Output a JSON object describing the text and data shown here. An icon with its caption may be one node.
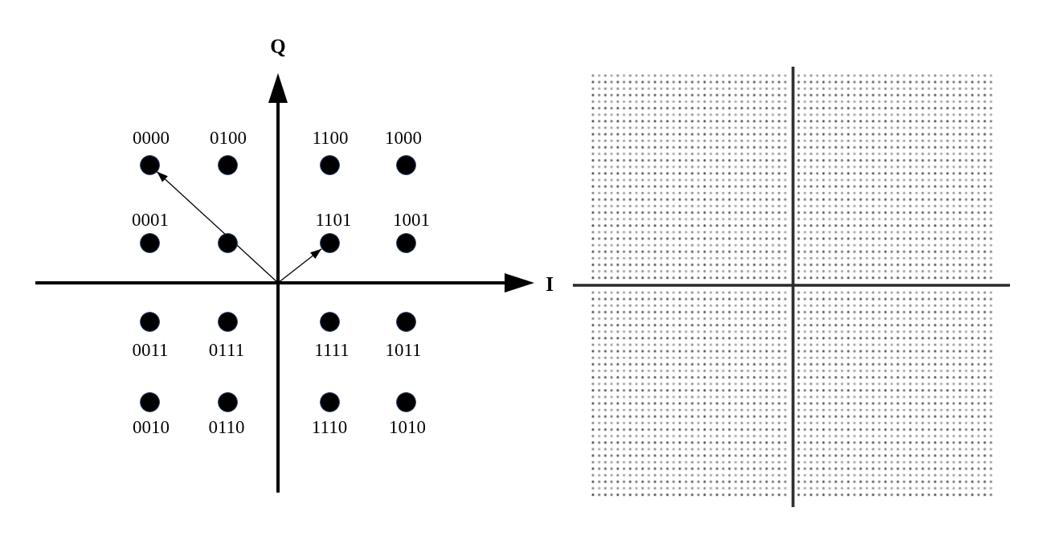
{
  "diagram": {
    "nodes": [
      {
        "text": [],
        "shape": "circle",
        "beside": [
          "0000"
        ]
      },
      {
        "text": [],
        "shape": "circle",
        "beside": [
          "0100"
        ]
      },
      {
        "text": [],
        "shape": "circle",
        "beside": [
          "1100"
        ]
      },
      {
        "text": [],
        "shape": "circle",
        "beside": [
          "1000"
        ]
      },
      {
        "text": [],
        "shape": "circle",
        "beside": [
          "0001"
        ]
      },
      {
        "text": [],
        "shape": "circle"
      },
      {
        "text": [],
        "shape": "circle",
        "beside": [
          "1101"
        ]
      },
      {
        "text": [],
        "shape": "circle",
        "beside": [
          "1001"
        ]
      },
      {
        "text": [],
        "shape": "circle",
        "beside": [
          "0011"
        ]
      },
      {
        "text": [],
        "shape": "circle",
        "beside": [
          "0111"
        ]
      },
      {
        "text": [],
        "shape": "circle",
        "beside": [
          "1111"
        ]
      },
      {
        "text": [],
        "shape": "circle",
        "beside": [
          "1011"
        ]
      },
      {
        "text": [],
        "shape": "circle",
        "beside": [
          "0010"
        ]
      },
      {
        "text": [],
        "shape": "circle",
        "beside": [
          "0110"
        ]
      },
      {
        "text": [],
        "shape": "circle",
        "beside": [
          "1110"
        ]
      },
      {
        "text": [],
        "shape": "circle",
        "beside": [
          "1010"
        ]
      }
    ],
    "edges": [
      {
        "from": null,
        "to": 0,
        "arrow": "to"
      },
      {
        "from": null,
        "to": 6,
        "arrow": "to"
      }
    ],
    "labels": [
      "Q",
      "I"
    ]
  }
}
